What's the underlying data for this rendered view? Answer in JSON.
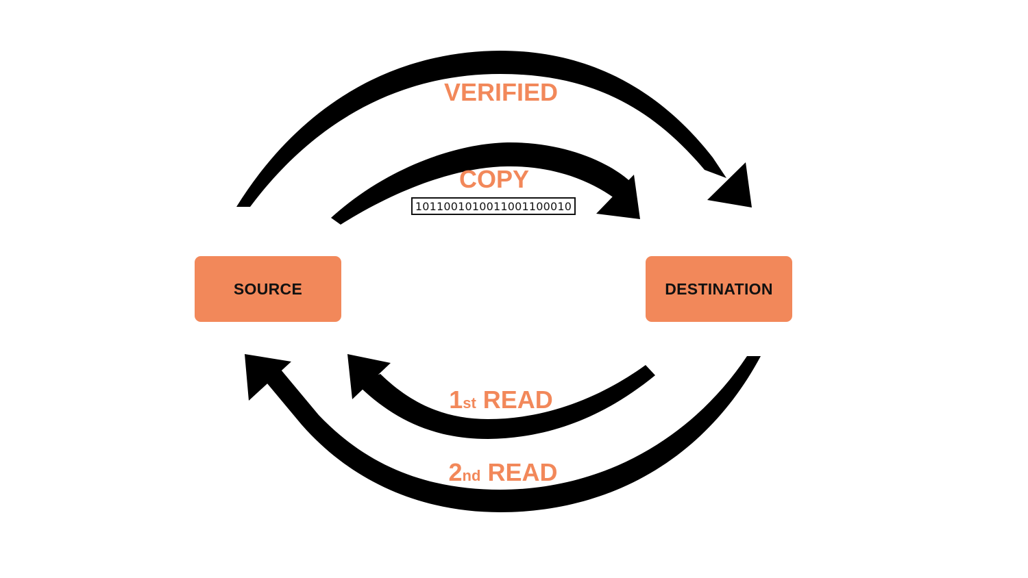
{
  "colors": {
    "accent": "#F2885A",
    "arrow": "#000000",
    "text": "#111111",
    "background": "#FFFFFF"
  },
  "nodes": {
    "source": "SOURCE",
    "destination": "DESTINATION"
  },
  "labels": {
    "verified": "VERIFIED",
    "copy": "COPY",
    "binary": "1011001010011001100010",
    "read1_num": "1",
    "read1_sup": "st",
    "read1_text": "READ",
    "read2_num": "2",
    "read2_sup": "nd",
    "read2_text": "READ"
  }
}
